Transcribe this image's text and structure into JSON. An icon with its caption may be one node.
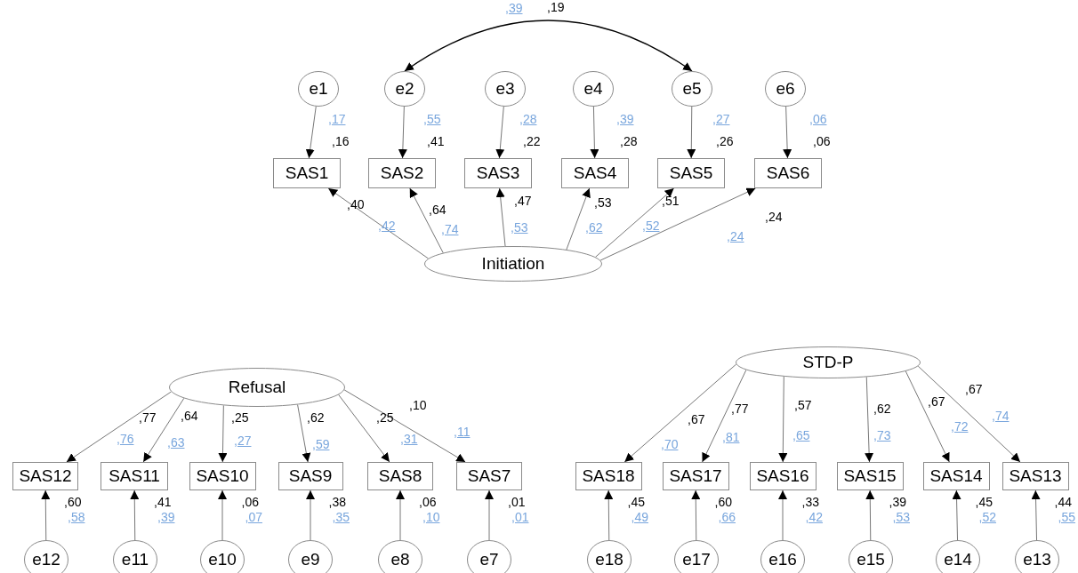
{
  "diagram": {
    "nodes": [
      {
        "text": [
          "e1"
        ]
      },
      {
        "text": [
          "e2"
        ]
      },
      {
        "text": [
          "e3"
        ]
      },
      {
        "text": [
          "e4"
        ]
      },
      {
        "text": [
          "e5"
        ]
      },
      {
        "text": [
          "e6"
        ]
      },
      {
        "text": [
          "SAS1"
        ],
        "beside": [
          ",17",
          ",16"
        ]
      },
      {
        "text": [
          "SAS2"
        ],
        "beside": [
          ",55",
          ",41"
        ]
      },
      {
        "text": [
          "SAS3"
        ],
        "beside": [
          ",28",
          ",22"
        ]
      },
      {
        "text": [
          "SAS4"
        ],
        "beside": [
          ",39",
          ",28"
        ]
      },
      {
        "text": [
          "SAS5"
        ],
        "beside": [
          ",27",
          ",26"
        ]
      },
      {
        "text": [
          "SAS6"
        ],
        "beside": [
          ",06",
          ",06"
        ]
      },
      {
        "text": [
          "Initiation"
        ]
      },
      {
        "text": [
          "Refusal"
        ]
      },
      {
        "text": [
          "STD-P"
        ]
      },
      {
        "text": [
          "SAS12"
        ],
        "beside": [
          ",60",
          ",58"
        ]
      },
      {
        "text": [
          "SAS11"
        ],
        "beside": [
          ",41",
          ",39"
        ]
      },
      {
        "text": [
          "SAS10"
        ],
        "beside": [
          ",06",
          ",07"
        ]
      },
      {
        "text": [
          "SAS9"
        ],
        "beside": [
          ",38",
          ",35"
        ]
      },
      {
        "text": [
          "SAS8"
        ],
        "beside": [
          ",06",
          ",10"
        ]
      },
      {
        "text": [
          "SAS7"
        ],
        "beside": [
          ",01",
          ",01"
        ]
      },
      {
        "text": [
          "SAS18"
        ],
        "beside": [
          ",45",
          ",49"
        ]
      },
      {
        "text": [
          "SAS17"
        ],
        "beside": [
          ",60",
          ",66"
        ]
      },
      {
        "text": [
          "SAS16"
        ],
        "beside": [
          ",33",
          ",42"
        ]
      },
      {
        "text": [
          "SAS15"
        ],
        "beside": [
          ",39",
          ",53"
        ]
      },
      {
        "text": [
          "SAS14"
        ],
        "beside": [
          ",45",
          ",52"
        ]
      },
      {
        "text": [
          "SAS13"
        ],
        "beside": [
          ",44",
          ",55"
        ]
      },
      {
        "text": [
          "e12"
        ]
      },
      {
        "text": [
          "e11"
        ]
      },
      {
        "text": [
          "e10"
        ]
      },
      {
        "text": [
          "e9"
        ]
      },
      {
        "text": [
          "e8"
        ]
      },
      {
        "text": [
          "e7"
        ]
      },
      {
        "text": [
          "e18"
        ]
      },
      {
        "text": [
          "e17"
        ]
      },
      {
        "text": [
          "e16"
        ]
      },
      {
        "text": [
          "e15"
        ]
      },
      {
        "text": [
          "e14"
        ]
      },
      {
        "text": [
          "e13"
        ]
      }
    ],
    "edges": [
      {
        "from": 1,
        "to": 4,
        "arrow": "both",
        "label": ",39 ,19",
        "color": "#000000"
      },
      {
        "from": 0,
        "to": 6,
        "arrow": "to"
      },
      {
        "from": 1,
        "to": 7,
        "arrow": "to"
      },
      {
        "from": 2,
        "to": 8,
        "arrow": "to"
      },
      {
        "from": 3,
        "to": 9,
        "arrow": "to"
      },
      {
        "from": 4,
        "to": 10,
        "arrow": "to"
      },
      {
        "from": 5,
        "to": 11,
        "arrow": "to"
      },
      {
        "from": 12,
        "to": 6,
        "arrow": "to",
        "label": ",40 ,42"
      },
      {
        "from": 12,
        "to": 7,
        "arrow": "to",
        "label": ",64 ,74"
      },
      {
        "from": 12,
        "to": 8,
        "arrow": "to",
        "label": ",47 ,53"
      },
      {
        "from": 12,
        "to": 9,
        "arrow": "to",
        "label": ",53 ,62"
      },
      {
        "from": 12,
        "to": 10,
        "arrow": "to",
        "label": ",51 ,52"
      },
      {
        "from": 12,
        "to": 11,
        "arrow": "to",
        "label": ",24 ,24"
      },
      {
        "from": 13,
        "to": 15,
        "arrow": "to",
        "label": ",77 ,76"
      },
      {
        "from": 13,
        "to": 16,
        "arrow": "to",
        "label": ",64 ,63"
      },
      {
        "from": 13,
        "to": 17,
        "arrow": "to",
        "label": ",25 ,27"
      },
      {
        "from": 13,
        "to": 18,
        "arrow": "to",
        "label": ",62 ,59"
      },
      {
        "from": 13,
        "to": 19,
        "arrow": "to",
        "label": ",25 ,31"
      },
      {
        "from": 13,
        "to": 20,
        "arrow": "to",
        "label": ",10 ,11"
      },
      {
        "from": 14,
        "to": 21,
        "arrow": "to",
        "label": ",67 ,70"
      },
      {
        "from": 14,
        "to": 22,
        "arrow": "to",
        "label": ",77 ,81"
      },
      {
        "from": 14,
        "to": 23,
        "arrow": "to",
        "label": ",57 ,65"
      },
      {
        "from": 14,
        "to": 24,
        "arrow": "to",
        "label": ",62 ,73"
      },
      {
        "from": 14,
        "to": 25,
        "arrow": "to",
        "label": ",67 ,72"
      },
      {
        "from": 14,
        "to": 26,
        "arrow": "to",
        "label": ",67 ,74"
      },
      {
        "from": 27,
        "to": 15,
        "arrow": "to"
      },
      {
        "from": 28,
        "to": 16,
        "arrow": "to"
      },
      {
        "from": 29,
        "to": 17,
        "arrow": "to"
      },
      {
        "from": 30,
        "to": 18,
        "arrow": "to"
      },
      {
        "from": 31,
        "to": 19,
        "arrow": "to"
      },
      {
        "from": 32,
        "to": 20,
        "arrow": "to"
      },
      {
        "from": 33,
        "to": 21,
        "arrow": "to"
      },
      {
        "from": 34,
        "to": 22,
        "arrow": "to"
      },
      {
        "from": 35,
        "to": 23,
        "arrow": "to"
      },
      {
        "from": 36,
        "to": 24,
        "arrow": "to"
      },
      {
        "from": 37,
        "to": 25,
        "arrow": "to"
      },
      {
        "from": 38,
        "to": 26,
        "arrow": "to"
      }
    ]
  }
}
